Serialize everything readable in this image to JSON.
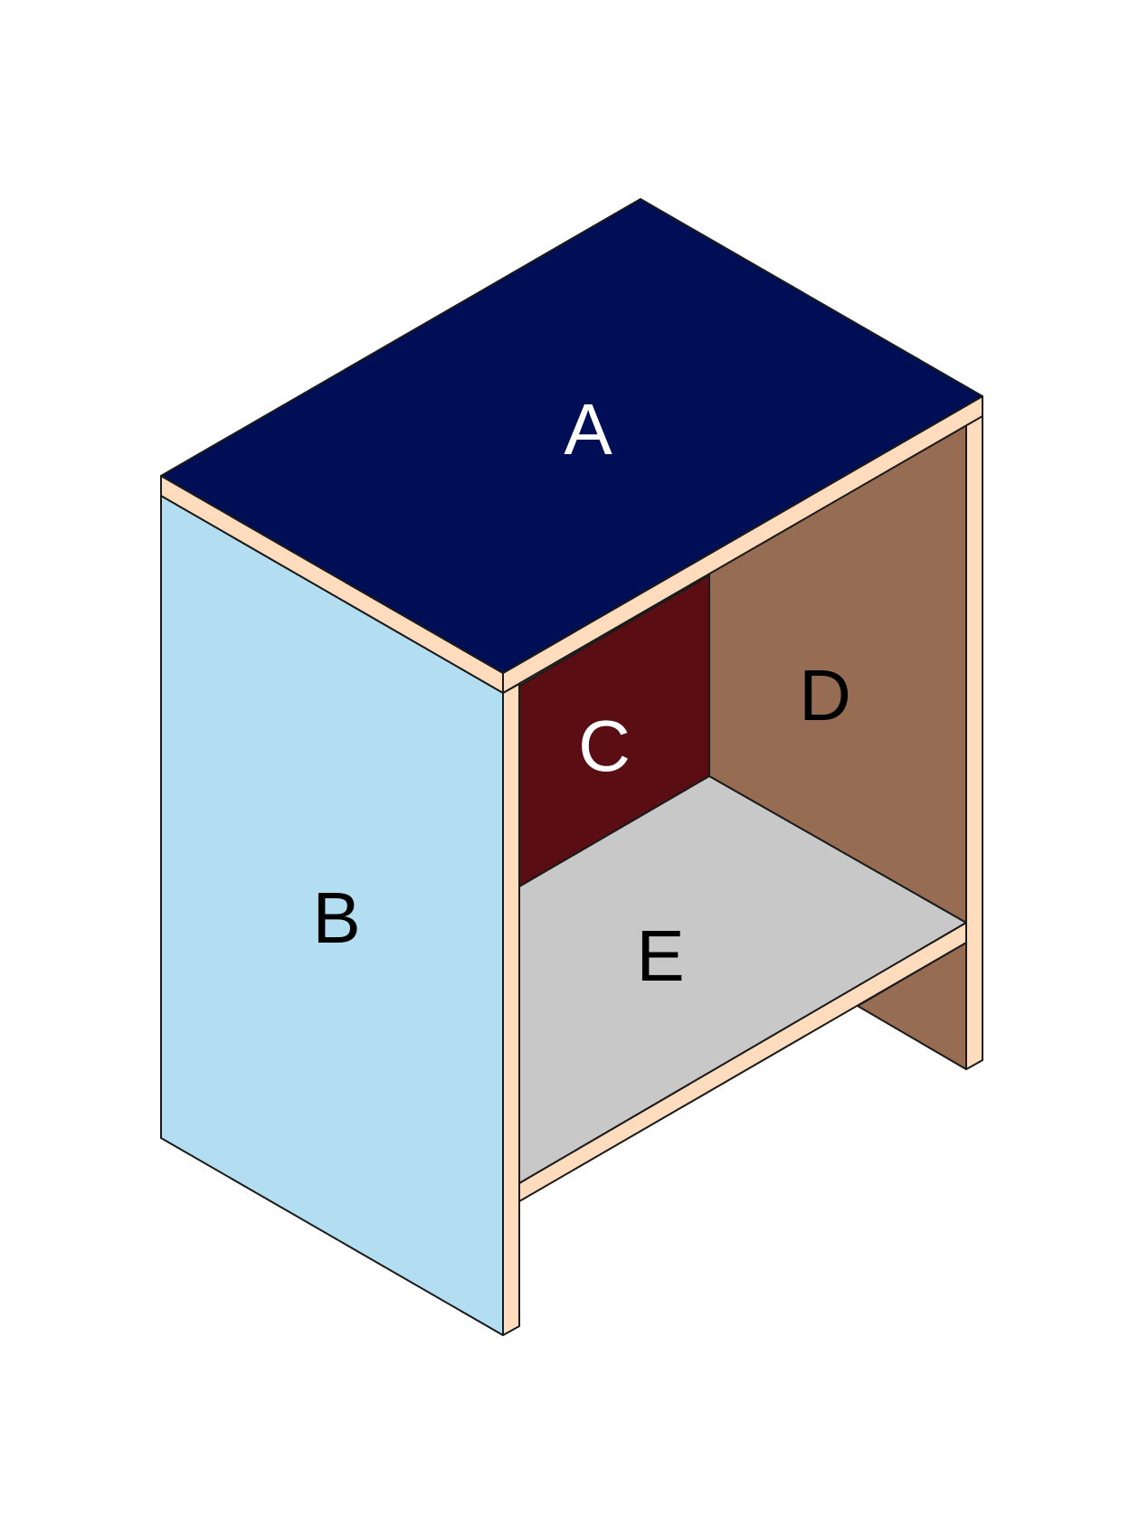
{
  "diagram": {
    "panels": [
      {
        "id": "A",
        "label": "A",
        "part": "top",
        "color": "#000f55",
        "label_color": "#ffffff"
      },
      {
        "id": "B",
        "label": "B",
        "part": "left-side",
        "color": "#b3def1",
        "label_color": "#000000"
      },
      {
        "id": "C",
        "label": "C",
        "part": "back-left",
        "color": "#5a0d12",
        "label_color": "#ffffff"
      },
      {
        "id": "D",
        "label": "D",
        "part": "back-right",
        "color": "#966d52",
        "label_color": "#000000"
      },
      {
        "id": "E",
        "label": "E",
        "part": "shelf",
        "color": "#c8c8c8",
        "label_color": "#000000"
      }
    ],
    "edge_color": "#ffdcbe",
    "outline_color": "#1a1a1a"
  }
}
